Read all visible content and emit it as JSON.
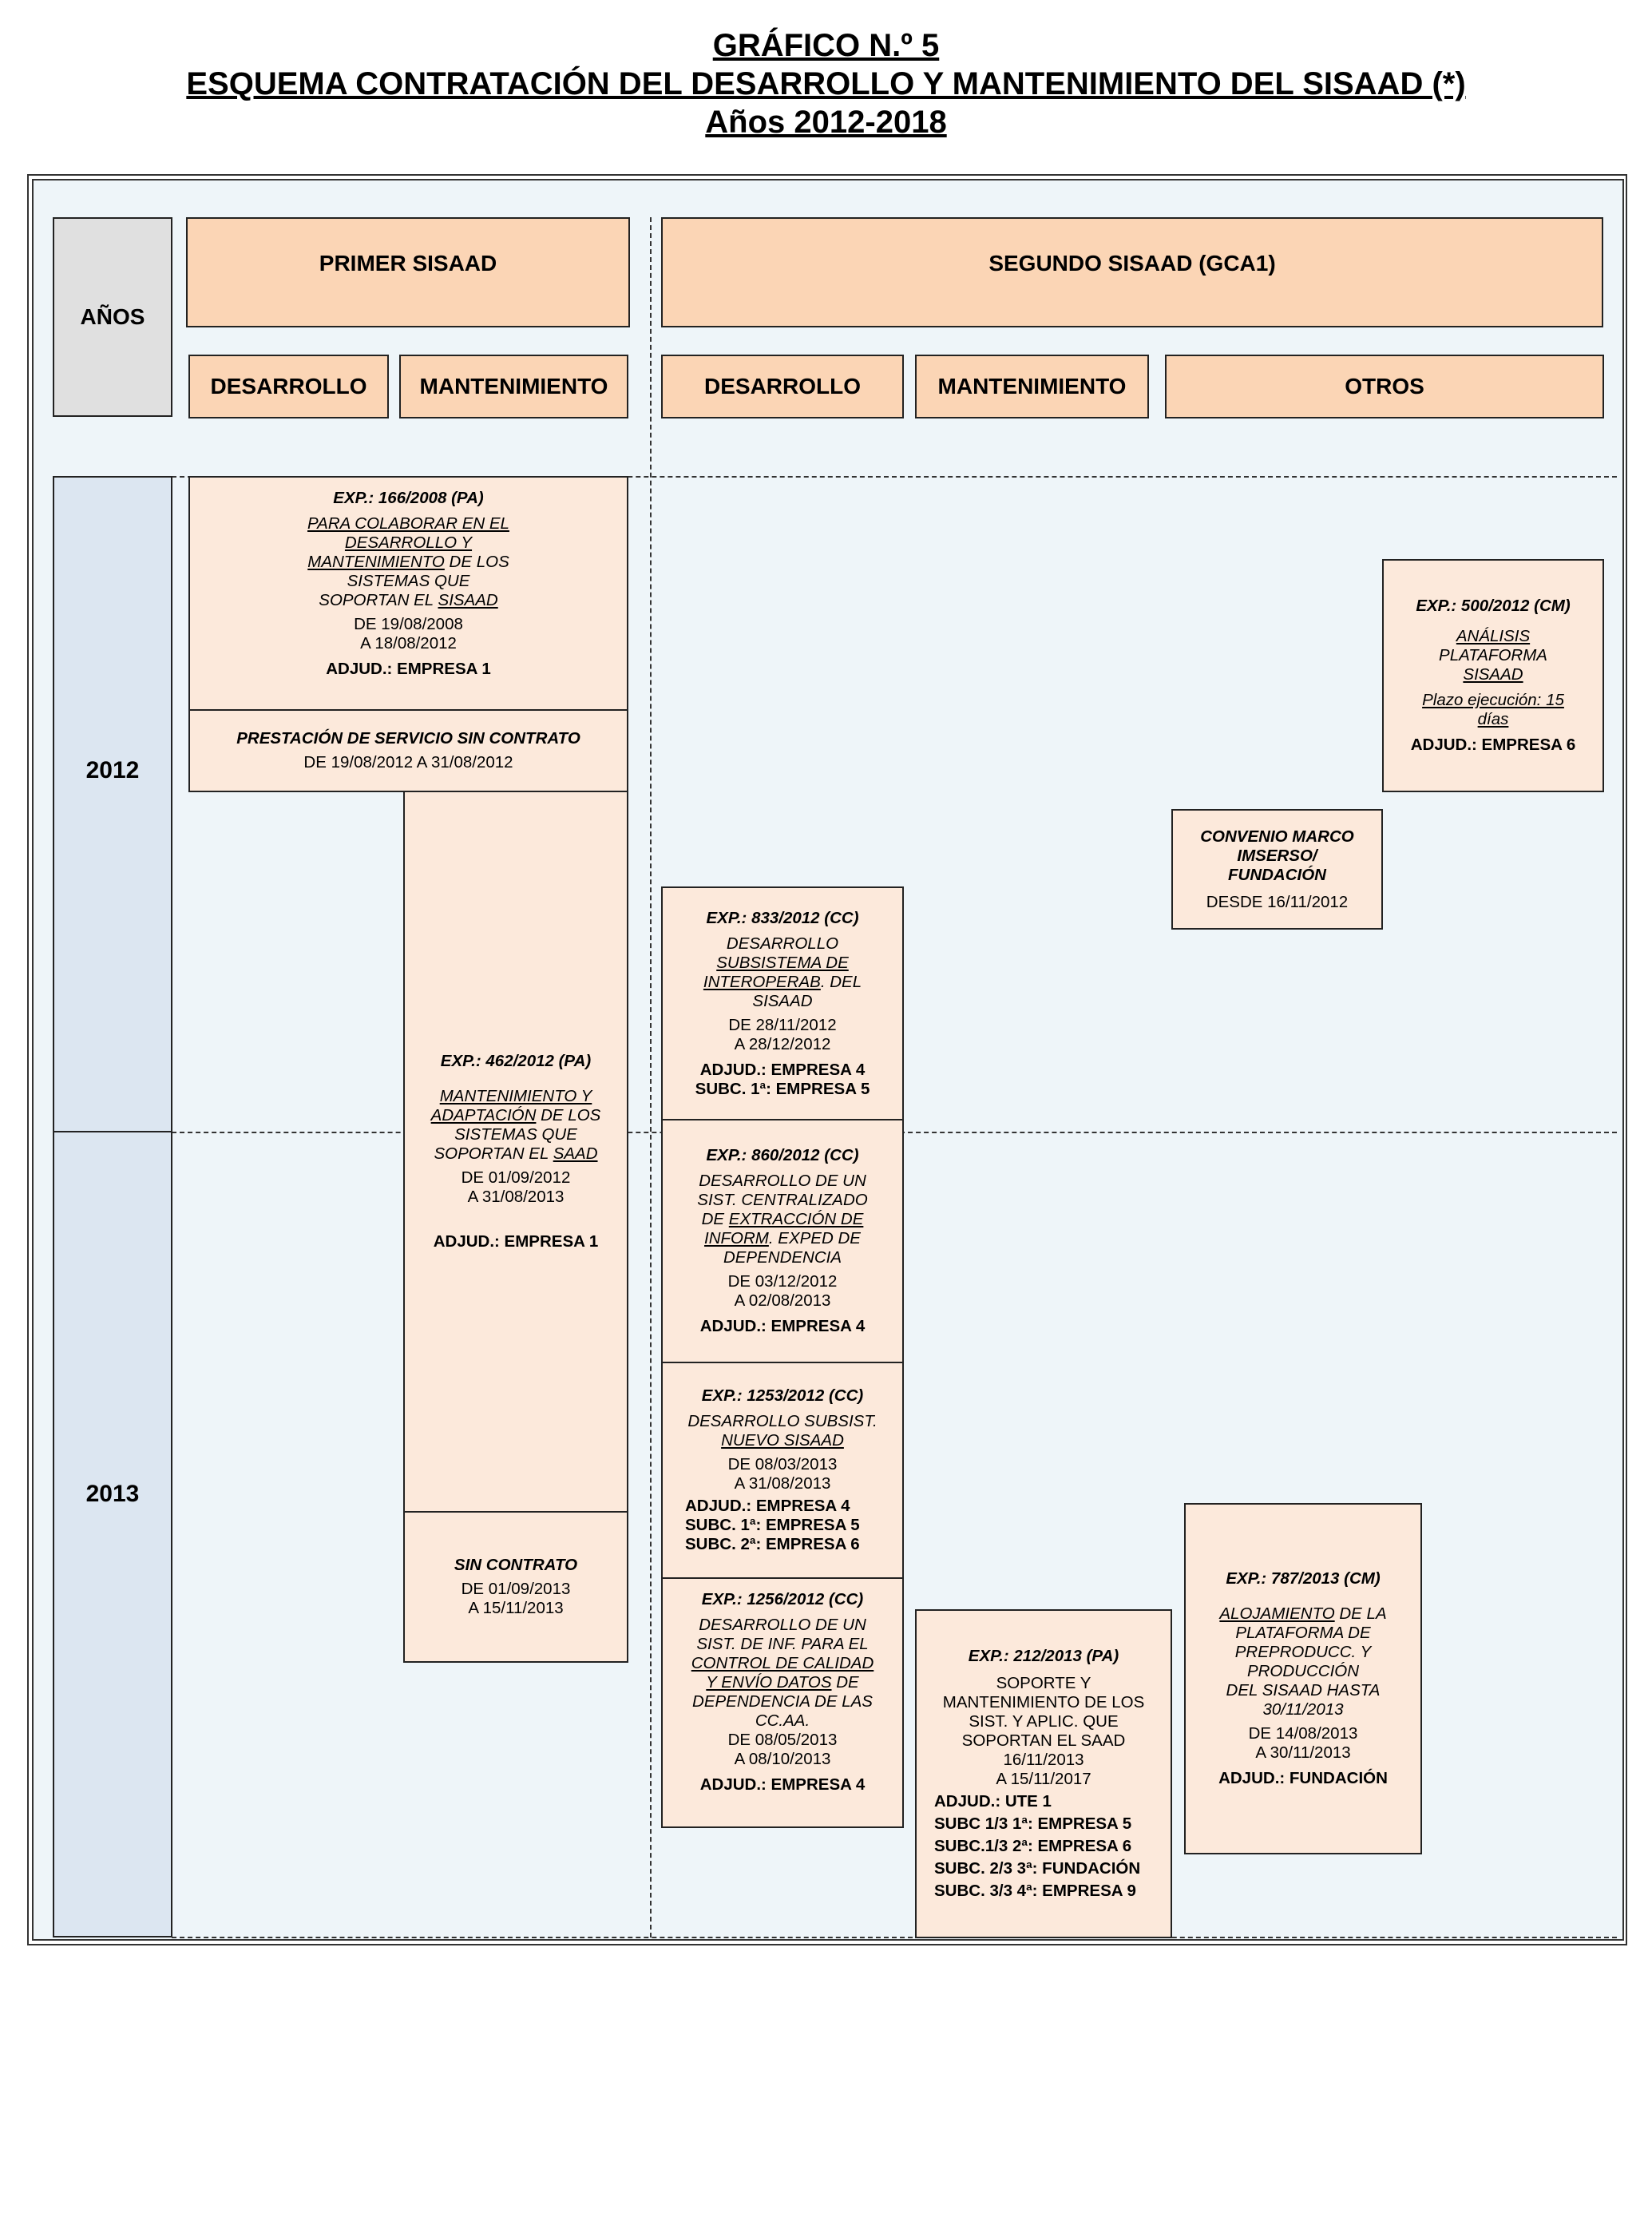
{
  "title": {
    "line1": "GRÁFICO N.º 5",
    "line2": "ESQUEMA CONTRATACIÓN DEL DESARROLLO Y MANTENIMIENTO DEL SISAAD (*)",
    "line3": "Años 2012-2018"
  },
  "headers": {
    "years": "AÑOS",
    "primer": "PRIMER SISAAD",
    "segundo": "SEGUNDO SISAAD (GCA1)",
    "desarrollo1": "DESARROLLO",
    "mantenimiento1": "MANTENIMIENTO",
    "desarrollo2": "DESARROLLO",
    "mantenimiento2": "MANTENIMIENTO",
    "otros": "OTROS"
  },
  "years": {
    "y2012": "2012",
    "y2013": "2013"
  },
  "cards": {
    "c166": {
      "exp": "EXP.: 166/2008 (PA)",
      "d1": "PARA COLABORAR EN EL",
      "d2": "DESARROLLO Y",
      "d3a": "MANTENIMIENTO",
      "d3b": " DE LOS",
      "d4": "SISTEMAS QUE",
      "d5a": "SOPORTAN EL ",
      "d5b": "SISAAD",
      "date1": "DE 19/08/2008",
      "date2": "A 18/08/2012",
      "adj": "ADJUD.: EMPRESA 1"
    },
    "prest": {
      "title": "PRESTACIÓN DE SERVICIO SIN CONTRATO",
      "date": "DE 19/08/2012 A 31/08/2012"
    },
    "c462": {
      "exp": "EXP.: 462/2012 (PA)",
      "d1": "MANTENIMIENTO Y",
      "d2a": "ADAPTACIÓN",
      "d2b": " DE LOS",
      "d3": "SISTEMAS QUE",
      "d4a": "SOPORTAN EL ",
      "d4b": "SAAD",
      "date1": "DE 01/09/2012",
      "date2": "A 31/08/2013",
      "adj": "ADJUD.: EMPRESA 1"
    },
    "sin": {
      "title": "SIN CONTRATO",
      "date1": "DE 01/09/2013",
      "date2": "A 15/11/2013"
    },
    "c833": {
      "exp": "EXP.: 833/2012 (CC)",
      "d1": "DESARROLLO",
      "d2": "SUBSISTEMA DE",
      "d3a": "INTEROPERAB",
      "d3b": ". DEL",
      "d4": "SISAAD",
      "date1": "DE 28/11/2012",
      "date2": "A 28/12/2012",
      "adj": "ADJUD.: EMPRESA 4",
      "subc": "SUBC. 1ª: EMPRESA 5"
    },
    "c860": {
      "exp": "EXP.: 860/2012 (CC)",
      "d1": "DESARROLLO DE UN",
      "d2": "SIST. CENTRALIZADO",
      "d3a": "DE ",
      "d3b": "EXTRACCIÓN DE",
      "d4a": "INFORM",
      "d4b": ". EXPED DE",
      "d5": "DEPENDENCIA",
      "date1": "DE 03/12/2012",
      "date2": "A 02/08/2013",
      "adj": "ADJUD.: EMPRESA 4"
    },
    "c1253": {
      "exp": "EXP.: 1253/2012 (CC)",
      "d1": "DESARROLLO SUBSIST.",
      "d2": "NUEVO SISAAD",
      "date1": "DE 08/03/2013",
      "date2": "A 31/08/2013",
      "adj": "ADJUD.: EMPRESA 4",
      "subc1": "SUBC. 1ª: EMPRESA 5",
      "subc2": "SUBC. 2ª: EMPRESA 6"
    },
    "c1256": {
      "exp": "EXP.: 1256/2012 (CC)",
      "d1": "DESARROLLO DE UN",
      "d2": "SIST. DE INF. PARA EL",
      "d3": "CONTROL DE CALIDAD",
      "d4a": "Y ENVÍO DATOS",
      "d4b": " DE",
      "d5": "DEPENDENCIA DE LAS",
      "d6": "CC.AA.",
      "date1": "DE 08/05/2013",
      "date2": "A 08/10/2013",
      "adj": "ADJUD.: EMPRESA 4"
    },
    "c212": {
      "exp": "EXP.: 212/2013 (PA)",
      "d1": "SOPORTE Y",
      "d2": "MANTENIMIENTO DE LOS",
      "d3": "SIST. Y APLIC. QUE",
      "d4": "SOPORTAN EL SAAD",
      "date1": "16/11/2013",
      "date2": "A 15/11/2017",
      "adj": "ADJUD.: UTE 1",
      "s1": "SUBC 1/3 1ª: EMPRESA 5",
      "s2": "SUBC.1/3 2ª: EMPRESA 6",
      "s3": "SUBC. 2/3 3ª: FUNDACIÓN",
      "s4": "SUBC. 3/3 4ª: EMPRESA 9"
    },
    "c500": {
      "exp": "EXP.: 500/2012 (CM)",
      "d1": "ANÁLISIS",
      "d2": "PLATAFORMA",
      "d3": "SISAAD",
      "plazo1": "Plazo ejecución: 15",
      "plazo2": "días",
      "adj": "ADJUD.: EMPRESA 6"
    },
    "conv": {
      "t1": "CONVENIO MARCO",
      "t2": "IMSERSO/",
      "t3": "FUNDACIÓN",
      "date": "DESDE 16/11/2012"
    },
    "c787": {
      "exp": "EXP.: 787/2013 (CM)",
      "d1a": "ALOJAMIENTO",
      "d1b": " DE LA",
      "d2": "PLATAFORMA DE",
      "d3": "PREPRODUCC. Y",
      "d4": "PRODUCCIÓN",
      "d5": "DEL SISAAD HASTA",
      "d6": "30/11/2013",
      "date1": "DE 14/08/2013",
      "date2": "A 30/11/2013",
      "adj": "ADJUD.: FUNDACIÓN"
    }
  }
}
